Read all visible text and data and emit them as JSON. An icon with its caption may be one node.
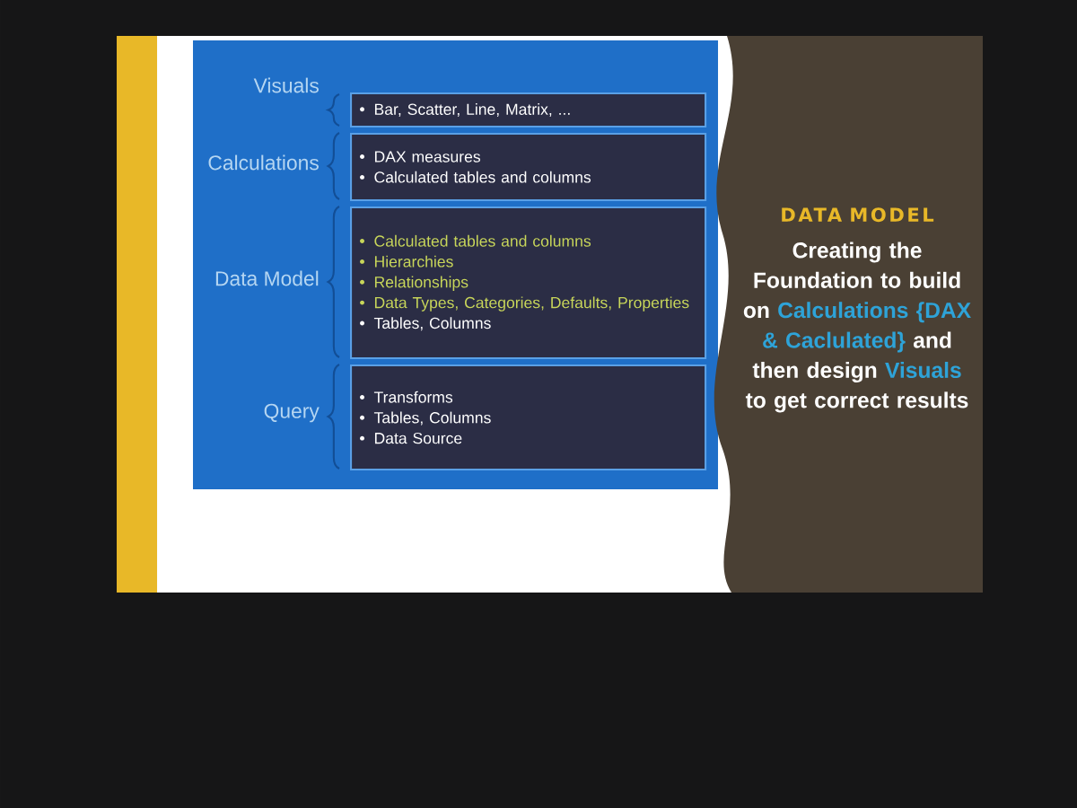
{
  "diagram": {
    "nodes": [
      {
        "text": [
          "Bar, Scatter, Line, Matrix, ..."
        ]
      },
      {
        "text": [
          "DAX measures",
          "Calculated tables and columns"
        ]
      },
      {
        "text": [
          "Calculated tables and columns",
          "Hierarchies",
          "Relationships",
          "Data Types, Categories, Defaults, Properties",
          "Tables, Columns"
        ]
      },
      {
        "text": [
          "Transforms",
          "Tables, Columns",
          "Data Source"
        ]
      },
      {
        "text": [
          "DATA MODEL",
          "Creating the Foundation to build on",
          "Calculations {DAX & Caclulated}",
          "and then design",
          "Visuals",
          "to get correct results"
        ]
      }
    ],
    "edges": [],
    "labels": [
      "Visuals",
      "Calculations",
      "Data Model",
      "Query"
    ]
  }
}
